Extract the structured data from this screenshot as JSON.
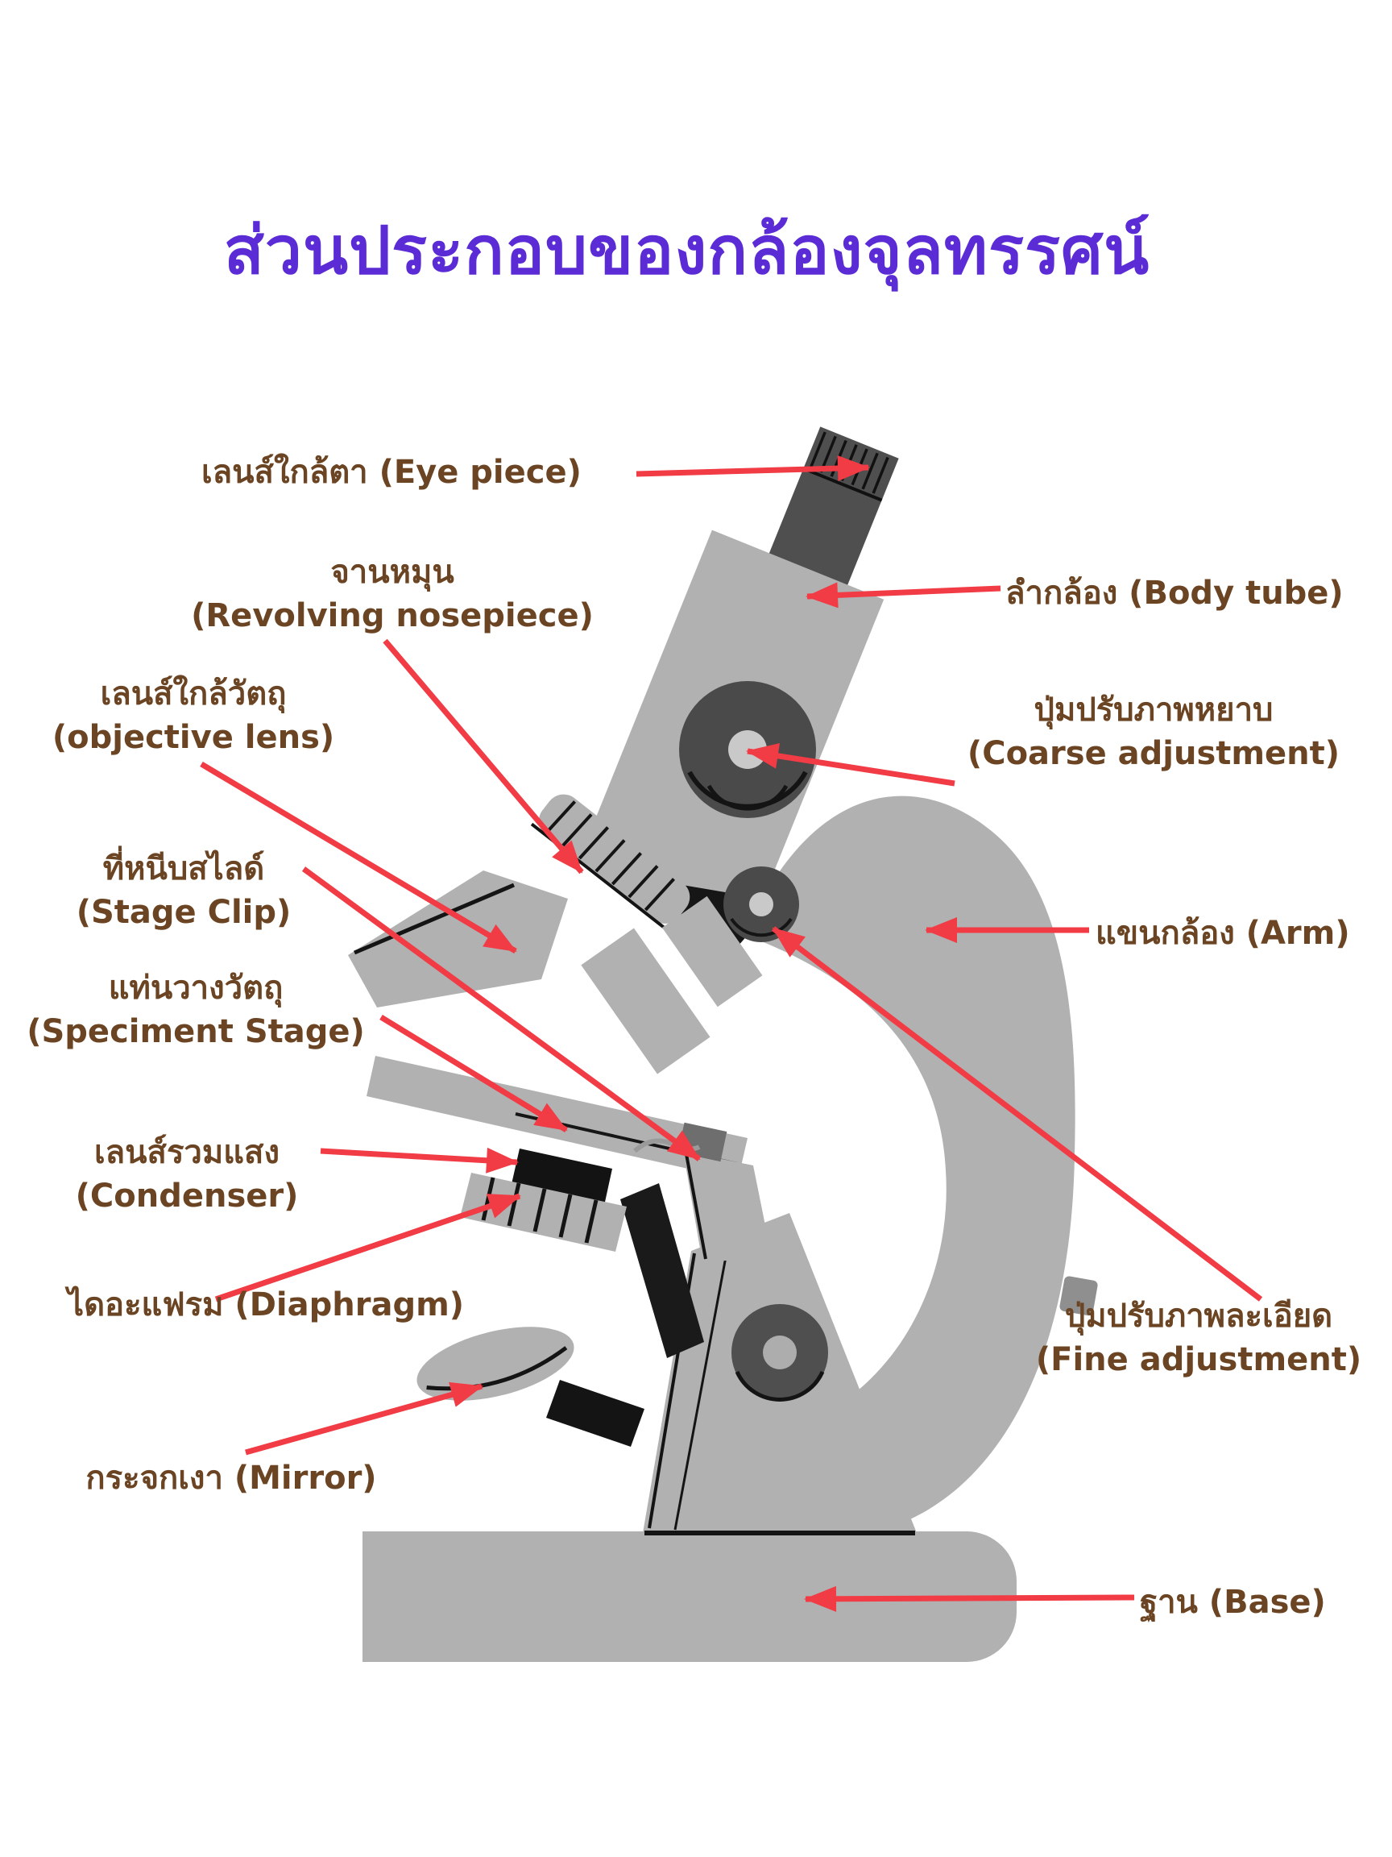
{
  "title": "ส่วนประกอบของกล้องจุลทรรศน์",
  "colors": {
    "title": "#5b2bd5",
    "label_text": "#6b4523",
    "arrow": "#f13b45",
    "metal_light": "#b1b1b1",
    "metal_dark": "#4c4c4c",
    "outline": "#161616"
  },
  "labels": {
    "eye_piece": {
      "lines": [
        "เลนส์ใกล้ตา (Eye piece)"
      ]
    },
    "nosepiece": {
      "lines": [
        "จานหมุน",
        "(Revolving nosepiece)"
      ]
    },
    "objective": {
      "lines": [
        "เลนส์ใกล้วัตถุ",
        "(objective lens)"
      ]
    },
    "stage_clip": {
      "lines": [
        "ที่หนีบสไลด์",
        "(Stage Clip)"
      ]
    },
    "stage": {
      "lines": [
        "แท่นวางวัตถุ",
        "(Speciment Stage)"
      ]
    },
    "condenser": {
      "lines": [
        "เลนส์รวมแสง",
        "(Condenser)"
      ]
    },
    "diaphragm": {
      "lines": [
        "ไดอะแฟรม (Diaphragm)"
      ]
    },
    "mirror": {
      "lines": [
        "กระจกเงา (Mirror)"
      ]
    },
    "body_tube": {
      "lines": [
        "ลำกล้อง (Body tube)"
      ]
    },
    "coarse": {
      "lines": [
        "ปุ่มปรับภาพหยาบ",
        "(Coarse adjustment)"
      ]
    },
    "arm": {
      "lines": [
        "แขนกล้อง (Arm)"
      ]
    },
    "fine": {
      "lines": [
        "ปุ่มปรับภาพละเอียด",
        "(Fine adjustment)"
      ]
    },
    "base": {
      "lines": [
        "ฐาน (Base)"
      ]
    }
  }
}
